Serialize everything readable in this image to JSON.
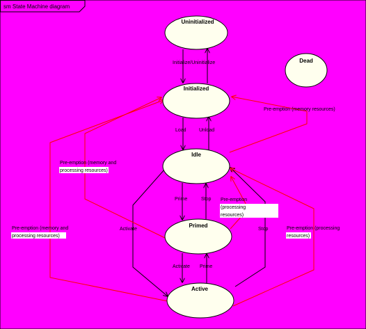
{
  "diagram": {
    "title": "sm State Machine diagram",
    "background": "#ff00ff",
    "state_fill": "#ffffee",
    "black_edge_color": "#000000",
    "red_edge_color": "#ff0000",
    "states": {
      "uninitialized": "Uninitialized",
      "dead": "Dead",
      "initialized": "Initialized",
      "idle": "Idle",
      "primed": "Primed",
      "active": "Active"
    },
    "transitions": {
      "initialize_uninitialize": "Initialize/Uninitialize",
      "load": "Load",
      "unload": "Unload",
      "prime_idle_primed": "Prime",
      "stop_primed_idle": "Stop",
      "activate_primed_active": "Activate",
      "prime_active_primed": "Prime",
      "activate_idle_active": "Activate",
      "stop_active_idle": "Stop"
    },
    "preemptions": {
      "memory_resources": "Pre-emption (memory resources)",
      "mem_proc_upper_line1": "Pre-emption (memory and",
      "mem_proc_upper_line2": "processing resources)",
      "processing_line1": "Pre-emption",
      "processing_line2": "(processing",
      "processing_line3": "resources)",
      "mem_proc_lower_line1": "Pre-emption (memory and",
      "mem_proc_lower_line2": "processing resources)",
      "processing_right_line1": "Pre-emption (processing",
      "processing_right_line2": "resources)"
    }
  }
}
